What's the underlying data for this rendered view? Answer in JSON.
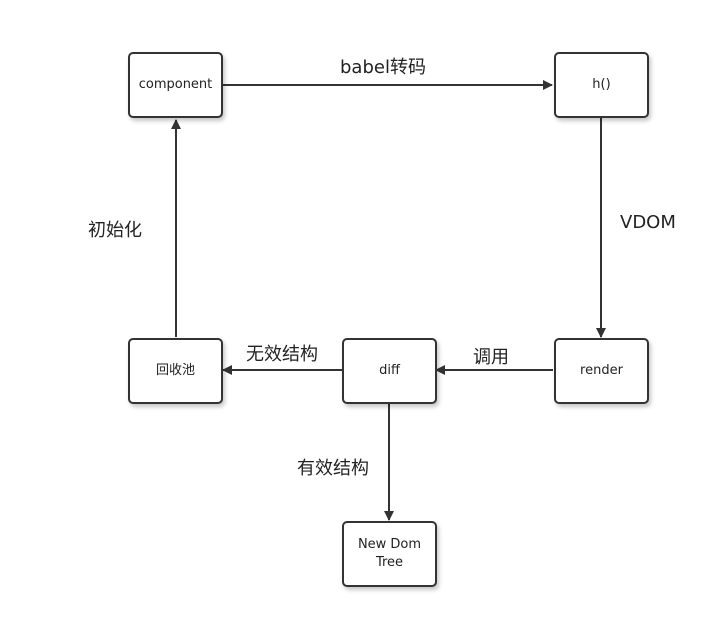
{
  "nodes": {
    "component": "component",
    "h": "h()",
    "render": "render",
    "diff": "diff",
    "pool": "回收池",
    "new_dom_tree": "New Dom\nTree"
  },
  "edges": {
    "babel": "babel转码",
    "vdom": "VDOM",
    "call": "调用",
    "invalid": "无效结构",
    "valid": "有效结构",
    "init": "初始化"
  },
  "colors": {
    "stroke": "#333333",
    "text": "#222222",
    "background": "#ffffff"
  }
}
